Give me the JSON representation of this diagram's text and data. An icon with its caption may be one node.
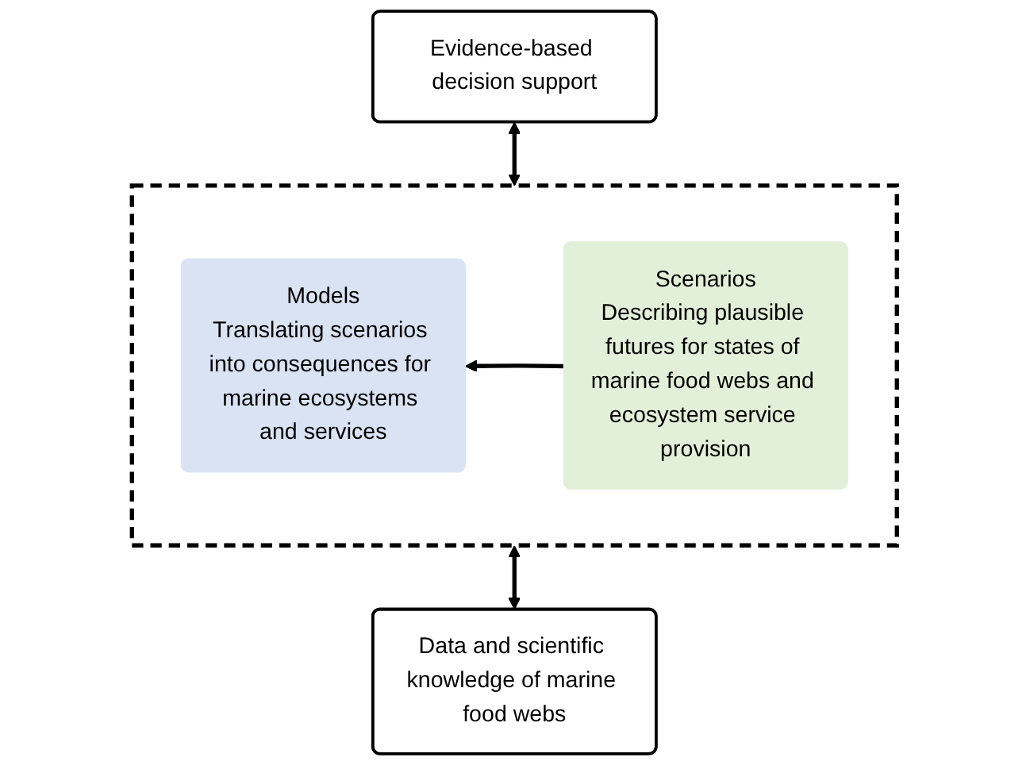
{
  "diagram": {
    "nodes": [
      {
        "text": [
          "Evidence-based decision support"
        ]
      },
      {
        "text": [],
        "shape": "box"
      },
      {
        "text": [
          "Models",
          "Translating scenarios into consequences for marine ecosystems and services"
        ],
        "in": 1
      },
      {
        "text": [
          "Scenarios",
          "Describing plausible futures for states of marine food webs and ecosystem service provision"
        ],
        "in": 1
      },
      {
        "text": [
          "Data and scientific knowledge of marine food webs"
        ]
      }
    ],
    "edges": [
      {
        "from": 0,
        "to": 1,
        "arrow": "both"
      },
      {
        "from": 3,
        "to": 2,
        "arrow": "to"
      },
      {
        "from": 1,
        "to": 4,
        "arrow": "both"
      }
    ]
  }
}
